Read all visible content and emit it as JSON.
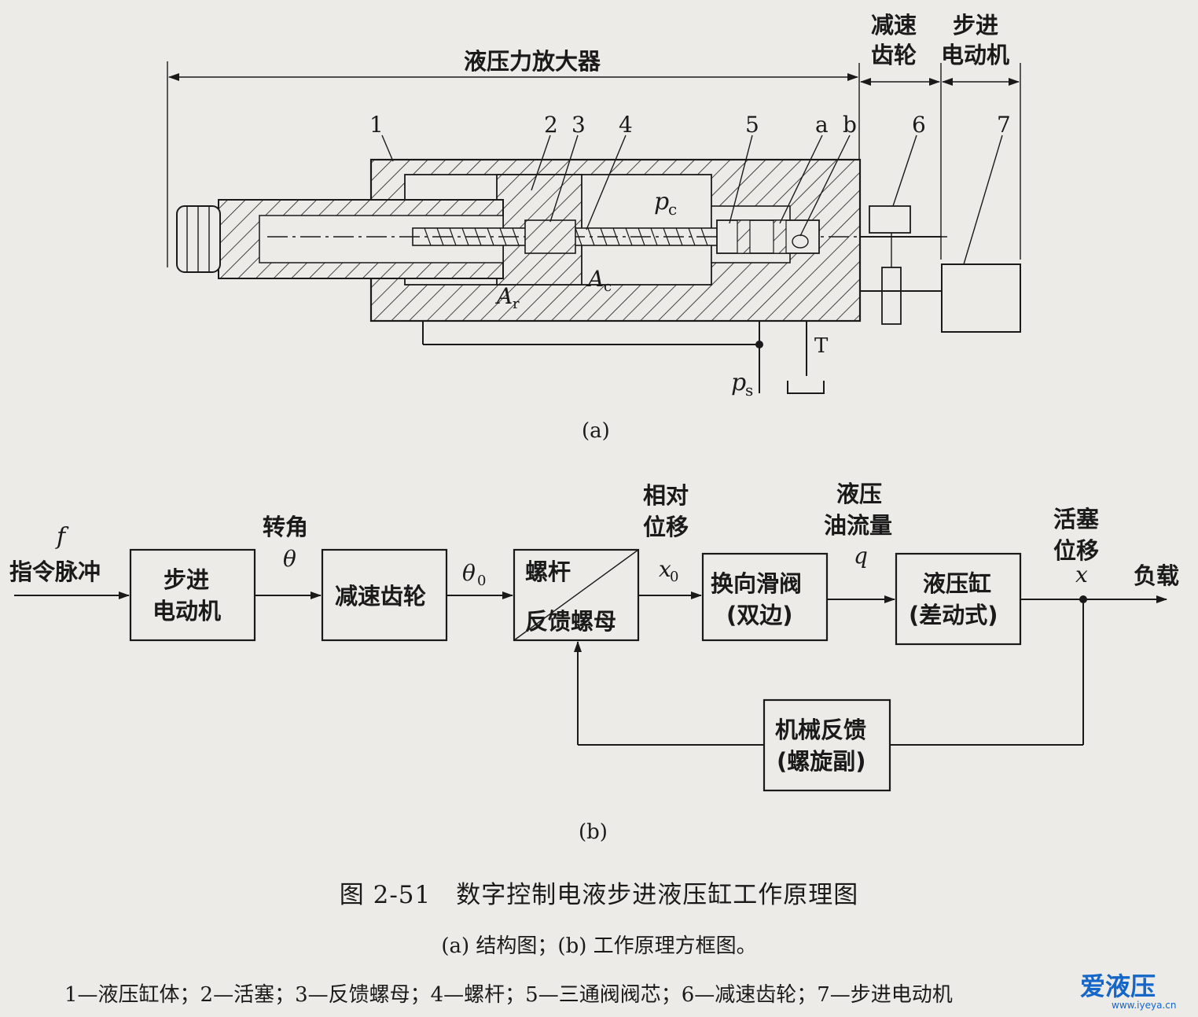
{
  "structure": {
    "caption": "(a)",
    "span_labels": {
      "amplifier": "液压力放大器",
      "gear_top": "减速",
      "gear_bottom": "齿轮",
      "motor_top": "步进",
      "motor_bottom": "电动机"
    },
    "part_numbers": [
      "1",
      "2",
      "3",
      "4",
      "5",
      "a",
      "b",
      "6",
      "7"
    ],
    "pressures": {
      "pc": "p",
      "pc_sub": "c",
      "ps": "p",
      "ps_sub": "s",
      "tank": "T"
    },
    "areas": {
      "ar": "A",
      "ar_sub": "r",
      "ac": "A",
      "ac_sub": "c"
    }
  },
  "block": {
    "caption": "(b)",
    "input_symbol": "f",
    "input_label": "指令脉冲",
    "blocks": {
      "motor_l1": "步进",
      "motor_l2": "电动机",
      "gear": "减速齿轮",
      "screw_top": "螺杆",
      "screw_bottom": "反馈螺母",
      "valve_l1": "换向滑阀",
      "valve_l2": "(双边)",
      "cylinder_l1": "液压缸",
      "cylinder_l2": "(差动式)",
      "feedback_l1": "机械反馈",
      "feedback_l2": "(螺旋副)"
    },
    "signals": {
      "angle": "转角",
      "theta": "θ",
      "theta0": "θ",
      "theta0_sub": "0",
      "rel_l1": "相对",
      "rel_l2": "位移",
      "x0": "x",
      "x0_sub": "0",
      "flow_l1": "液压",
      "flow_l2": "油流量",
      "q": "q",
      "disp_l1": "活塞",
      "disp_l2": "位移",
      "x": "x",
      "load": "负载"
    }
  },
  "figure_title": "图 2-51　数字控制电液步进液压缸工作原理图",
  "figure_subtitle": "(a) 结构图；(b) 工作原理方框图。",
  "legend": "1—液压缸体；2—活塞；3—反馈螺母；4—螺杆；5—三通阀阀芯；6—减速齿轮；7—步进电动机",
  "watermark": {
    "brand": "爱液压",
    "url": "www.iyeya.cn"
  }
}
